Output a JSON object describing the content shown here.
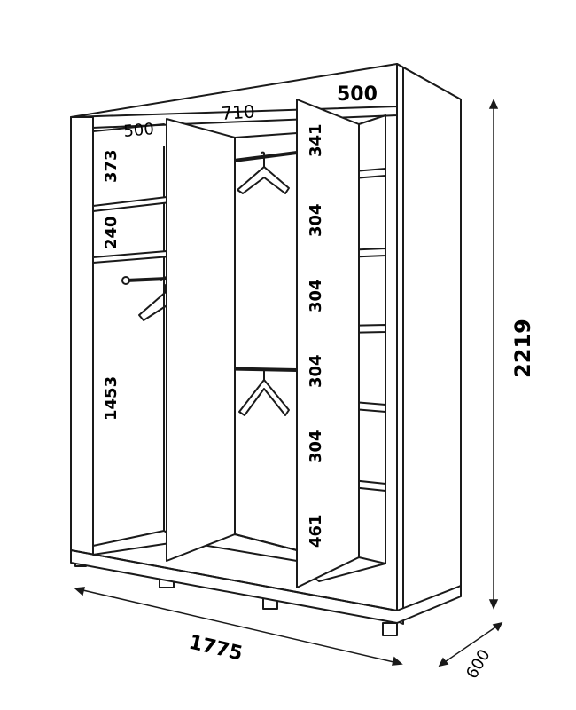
{
  "dimensions": {
    "total_width": "1775",
    "total_height": "2219",
    "depth": "600",
    "left_section_width": "500",
    "middle_section_width": "710",
    "right_section_width": "500",
    "left_top_shelf_height": "373",
    "left_second_shelf_height": "240",
    "left_hanging_height": "1453",
    "right_shelf_1_height": "341",
    "right_shelf_2_height": "304",
    "right_shelf_3_height": "304",
    "right_shelf_4_height": "304",
    "right_shelf_5_height": "304",
    "right_bottom_height": "461"
  },
  "colors": {
    "outline": "#1a1a1a",
    "panel_fill": "#ffffff",
    "background": "#ffffff"
  }
}
